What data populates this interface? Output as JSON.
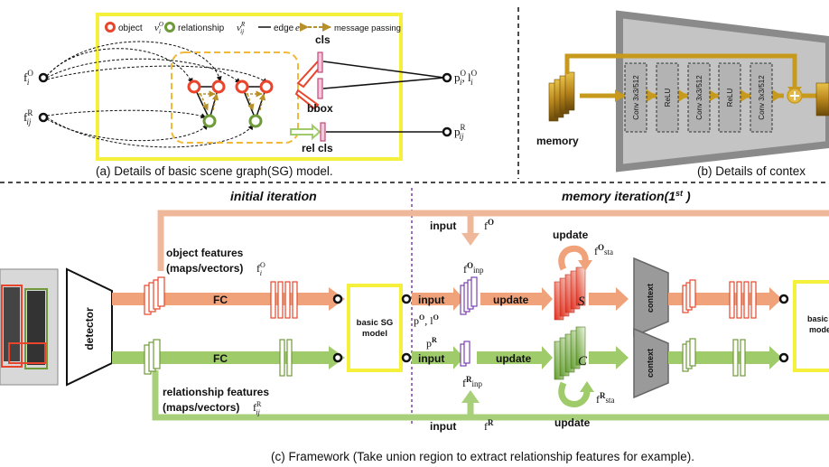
{
  "panel_a": {
    "legend": {
      "object": "object",
      "object_sym": "v",
      "object_sup": "O",
      "object_sub": "i",
      "relationship": "relationship",
      "relationship_sym": "v",
      "relationship_sup": "R",
      "relationship_sub": "ij",
      "edge": "edge",
      "edge_sym": "e",
      "message_passing": "message passing"
    },
    "input_obj": {
      "base": "f",
      "sup": "O",
      "sub": "i"
    },
    "input_rel": {
      "base": "f",
      "sup": "R",
      "sub": "ij"
    },
    "cls": "cls",
    "bbox": "bbox",
    "rel_cls": "rel cls",
    "out_obj": {
      "p": "p",
      "p_sup": "O",
      "p_sub": "i",
      "sep": ", ",
      "l": "l",
      "l_sup": "O",
      "l_sub": "i"
    },
    "out_rel": {
      "p": "p",
      "p_sup": "R",
      "p_sub": "ij"
    },
    "caption": "(a) Details of basic scene graph(SG) model."
  },
  "panel_b": {
    "memory": "memory",
    "layers": [
      "Conv 3x3/512",
      "ReLU",
      "Conv 3x3/512",
      "ReLU",
      "Conv 3x3/512"
    ],
    "caption": "(b) Details of contex"
  },
  "panel_c": {
    "initial_iteration": "initial iteration",
    "memory_iteration": "memory iteration(1",
    "memory_iteration_sup": "st",
    "memory_iteration_end": " )",
    "detector": "detector",
    "object_features_l1": "object features",
    "object_features_l2": "(maps/vectors)",
    "object_features_sym": {
      "base": "f",
      "sup": "O",
      "sub": "i"
    },
    "relationship_features_l1": "relationship features",
    "relationship_features_l2": "(maps/vectors)",
    "relationship_features_sym": {
      "base": "f",
      "sup": "R",
      "sub": "ij"
    },
    "fc_top": "FC",
    "fc_bottom": "FC",
    "basic_sg_l1": "basic SG",
    "basic_sg_l2": "model",
    "basic_sg_right_l1": "basic S",
    "basic_sg_right_l2": "mode",
    "input_top": "input",
    "input_top_sym": {
      "base": "f",
      "sup": "O"
    },
    "input_bottom": "input",
    "input_bottom_sym": {
      "base": "f",
      "sup": "R"
    },
    "input_mid_top": "input",
    "input_mid_bottom": "input",
    "p_obj": {
      "p": "p",
      "sup": "O",
      "sep": ",  ",
      "l": "l",
      "lsup": "O"
    },
    "p_rel": {
      "p": "p",
      "sup": "R"
    },
    "f_inp_obj": {
      "base": "f",
      "sup": "O",
      "sub": "inp"
    },
    "f_inp_rel": {
      "base": "f",
      "sup": "R",
      "sub": "inp"
    },
    "update_mid_top": "update",
    "update_mid_bottom": "update",
    "update_top": "update",
    "update_bottom": "update",
    "f_sta_obj": {
      "base": "f",
      "sup": "O",
      "sub": "sta"
    },
    "f_sta_rel": {
      "base": "f",
      "sup": "R",
      "sub": "sta"
    },
    "S": "S",
    "C": "C",
    "context_top": "context",
    "context_bottom": "context",
    "caption": "(c) Framework (Take union region to extract relationship features for example)."
  },
  "colors": {
    "yellow": "#f5f03c",
    "red": "#e8452c",
    "green": "#6e9a3a",
    "orange": "#f0a27a",
    "light_green": "#9fcb6a",
    "gold": "#c79a1e",
    "purple": "#7b3fb0",
    "gray": "#8a8a8a"
  }
}
